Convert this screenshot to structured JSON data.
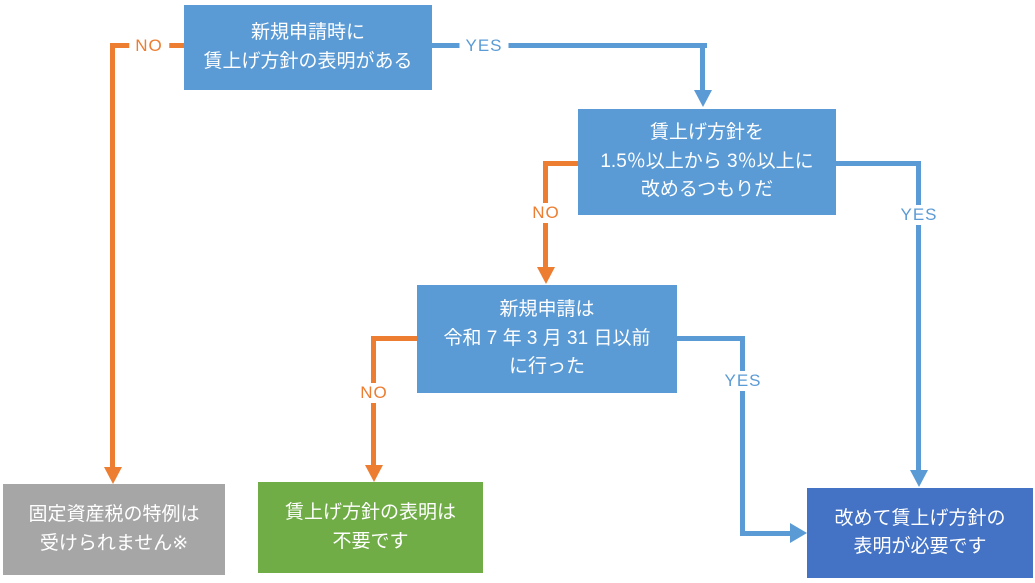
{
  "colors": {
    "blue": "#5B9BD5",
    "darkblue": "#4472C4",
    "green": "#70AD47",
    "gray": "#A6A6A6",
    "orange": "#ED7D31",
    "white": "#FFFFFF"
  },
  "nodes": {
    "q1": {
      "line1": "新規申請時に",
      "line2": "賃上げ方針の表明がある"
    },
    "q2": {
      "line1": "賃上げ方針を",
      "line2": "1.5％以上から 3％以上に",
      "line3": "改めるつもりだ"
    },
    "q3": {
      "line1": "新規申請は",
      "line2": "令和 7 年 3 月 31 日以前",
      "line3": "に行った"
    },
    "outcome_no_special": {
      "line1": "固定資産税の特例は",
      "line2": "受けられません※"
    },
    "outcome_not_required": {
      "line1": "賃上げ方針の表明は",
      "line2": "不要です"
    },
    "outcome_required": {
      "line1": "改めて賃上げ方針の",
      "line2": "表明が必要です"
    }
  },
  "edge_labels": {
    "q1_no": "NO",
    "q1_yes": "YES",
    "q2_no": "NO",
    "q2_yes": "YES",
    "q3_no": "NO",
    "q3_yes": "YES"
  }
}
